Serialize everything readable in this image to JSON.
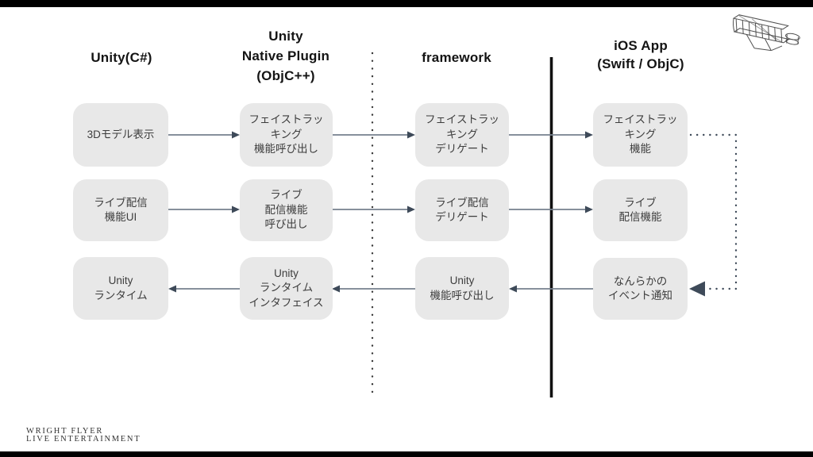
{
  "columns": [
    {
      "label_lines": [
        "Unity(C#)"
      ]
    },
    {
      "label_lines": [
        "Unity",
        "Native Plugin",
        "(ObjC++)"
      ]
    },
    {
      "label_lines": [
        "framework"
      ]
    },
    {
      "label_lines": [
        "iOS App",
        "(Swift / ObjC)"
      ]
    }
  ],
  "boxes": {
    "model3d": {
      "lines": [
        "3Dモデル表示"
      ]
    },
    "face_call": {
      "lines": [
        "フェイストラッ",
        "キング",
        "機能呼び出し"
      ]
    },
    "face_delegate": {
      "lines": [
        "フェイストラッ",
        "キング",
        "デリゲート"
      ]
    },
    "face_feature": {
      "lines": [
        "フェイストラッ",
        "キング",
        "機能"
      ]
    },
    "live_ui": {
      "lines": [
        "ライブ配信",
        "機能UI"
      ]
    },
    "live_call": {
      "lines": [
        "ライブ",
        "配信機能",
        "呼び出し"
      ]
    },
    "live_delegate": {
      "lines": [
        "ライブ配信",
        "デリゲート"
      ]
    },
    "live_feature": {
      "lines": [
        "ライブ",
        "配信機能"
      ]
    },
    "unity_runtime": {
      "lines": [
        "Unity",
        "ランタイム"
      ]
    },
    "unity_runtime_interface": {
      "lines": [
        "Unity",
        "ランタイム",
        "インタフェイス"
      ]
    },
    "unity_call": {
      "lines": [
        "Unity",
        "機能呼び出し"
      ]
    },
    "event_notify": {
      "lines": [
        "なんらかの",
        "イベント通知"
      ]
    }
  },
  "flows": [
    {
      "row": "face-tracking",
      "direction": "left-to-right",
      "style": "solid"
    },
    {
      "row": "live-streaming",
      "direction": "left-to-right",
      "style": "solid"
    },
    {
      "row": "unity-callback",
      "direction": "right-to-left",
      "style": "solid"
    },
    {
      "from": "フェイストラッキング機能",
      "to": "なんらかのイベント通知",
      "style": "dotted"
    }
  ],
  "icons": {
    "top_right_logo": "wright-flyer-biplane"
  },
  "footer": {
    "line1": "WRIGHT FLYER",
    "line2": "LIVE ENTERTAINMENT"
  },
  "colors": {
    "letterbox": "#000000",
    "box_fill": "#e8e8e8",
    "box_text": "#3d3d3d",
    "header_text": "#141414",
    "arrow_shaft": "#76818e",
    "arrow_head": "#3e4a59",
    "divider": "#101010",
    "feedback": "#3e4a59",
    "wordmark": "#333333"
  }
}
